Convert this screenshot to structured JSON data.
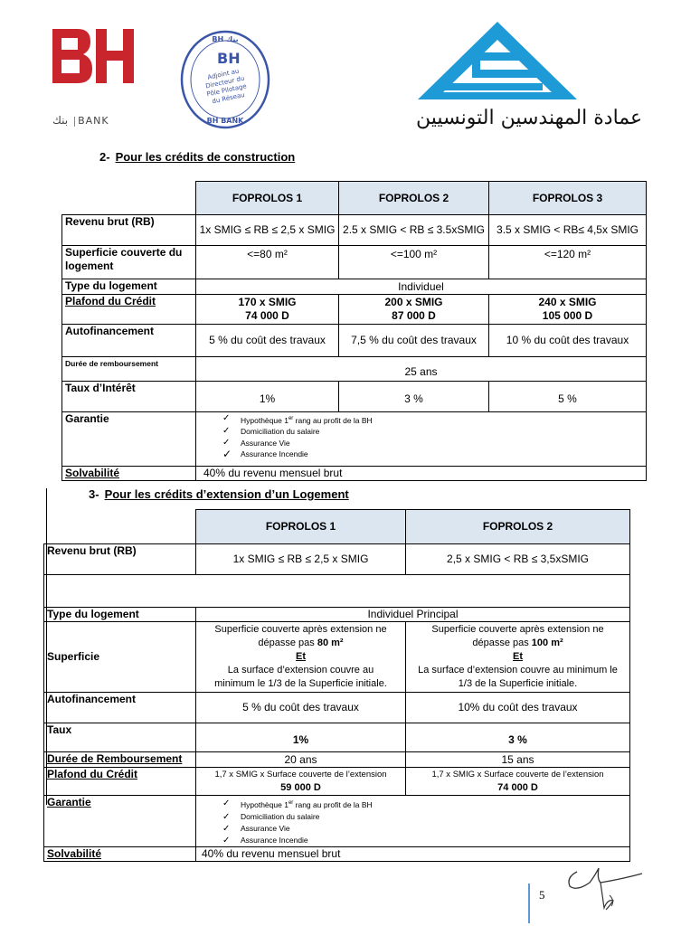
{
  "header": {
    "bh_logo_text": "BH",
    "bh_arabic": "بنك",
    "bh_bank": "BANK",
    "stamp_top": "BH بنك",
    "stamp_lines": [
      "Adjoint au",
      "Directeur du",
      "Pôle Pilotage",
      "du Réseau"
    ],
    "stamp_bottom": "BH BANK",
    "oit_arabic": "عمادة المهندسين التونسيين",
    "colors": {
      "bh_red": "#c8262c",
      "stamp_blue": "#3b55a8",
      "oit_blue": "#1e9bd7"
    }
  },
  "section2": {
    "number": "2-",
    "title": "Pour les crédits de construction",
    "columns": [
      "FOPROLOS 1",
      "FOPROLOS 2",
      "FOPROLOS 3"
    ],
    "rows": {
      "revenu": {
        "label": "Revenu brut (RB)",
        "values": [
          "1x SMIG ≤ RB ≤ 2,5 x SMIG",
          "2.5 x SMIG < RB ≤ 3.5xSMIG",
          "3.5 x SMIG < RB≤ 4,5x SMIG"
        ]
      },
      "superficie": {
        "label": "Superficie couverte du logement",
        "values": [
          "<=80 m²",
          "<=100 m²",
          "<=120 m²"
        ]
      },
      "type": {
        "label": "Type du logement",
        "value": "Individuel"
      },
      "plafond": {
        "label": "Plafond du Crédit",
        "values": [
          [
            "170 x SMIG",
            "74 000 D"
          ],
          [
            "200 x SMIG",
            "87 000 D"
          ],
          [
            "240 x SMIG",
            "105 000 D"
          ]
        ]
      },
      "autofinancement": {
        "label": "Autofinancement",
        "values": [
          "5 % du coût des travaux",
          "7,5 % du coût des  travaux",
          "10 % du coût des travaux"
        ]
      },
      "duree": {
        "label": "Durée de remboursement",
        "value": "25 ans"
      },
      "taux": {
        "label": "Taux d’Intérêt",
        "values": [
          "1%",
          "3 %",
          "5    %"
        ]
      },
      "garantie": {
        "label": "Garantie",
        "items": [
          "Hypothèque 1",
          "er",
          " rang au profit de la BH",
          "Domiciliation du salaire",
          "Assurance Vie",
          "Assurance Incendie"
        ]
      },
      "solvabilite": {
        "label": "Solvabilité",
        "value": "40% du revenu mensuel brut"
      }
    }
  },
  "section3": {
    "number": "3-",
    "title": "Pour les crédits d’extension d’un Logement",
    "columns": [
      "FOPROLOS 1",
      "FOPROLOS 2"
    ],
    "rows": {
      "revenu": {
        "label": "Revenu brut (RB)",
        "values": [
          "1x SMIG ≤ RB ≤ 2,5 x SMIG",
          "2,5 x SMIG < RB ≤ 3,5xSMIG"
        ]
      },
      "type": {
        "label": "Type du logement",
        "value": "Individuel  Principal"
      },
      "superficie": {
        "label": "Superficie",
        "col1": {
          "line1": "Superficie couverte après extension ne",
          "line2a": "dépasse pas ",
          "line2b": "80 m²",
          "et": "Et",
          "line3": "La surface d’extension couvre au",
          "line4": "minimum le 1/3 de la Superficie   initiale."
        },
        "col2": {
          "line1": "Superficie couverte après extension ne",
          "line2a": "dépasse pas ",
          "line2b": "100 m²",
          "et": "Et",
          "line3": "La surface d’extension couvre au minimum le",
          "line4": "1/3 de la Superficie   initiale."
        }
      },
      "autofinancement": {
        "label": "Autofinancement",
        "values": [
          "5 % du coût des travaux",
          "10% du coût des travaux"
        ]
      },
      "taux": {
        "label": "Taux",
        "values": [
          "1%",
          "3 %"
        ]
      },
      "duree": {
        "label": "Durée de Remboursement",
        "values": [
          "20 ans",
          "15 ans"
        ]
      },
      "plafond": {
        "label": "Plafond du Crédit",
        "values": [
          [
            "1,7 x SMIG  x Surface couverte de l’extension",
            "59 000 D"
          ],
          [
            "1,7 x SMIG  x Surface couverte de l’extension",
            "74 000 D"
          ]
        ]
      },
      "garantie": {
        "label": "Garantie",
        "items": [
          "Hypothèque 1",
          "er",
          " rang au profit de la BH",
          "Domiciliation du salaire",
          "Assurance Vie",
          "Assurance Incendie"
        ]
      },
      "solvabilite": {
        "label": "Solvabilité",
        "value": "40% du revenu mensuel brut"
      }
    }
  },
  "footer": {
    "page_number": "5"
  }
}
